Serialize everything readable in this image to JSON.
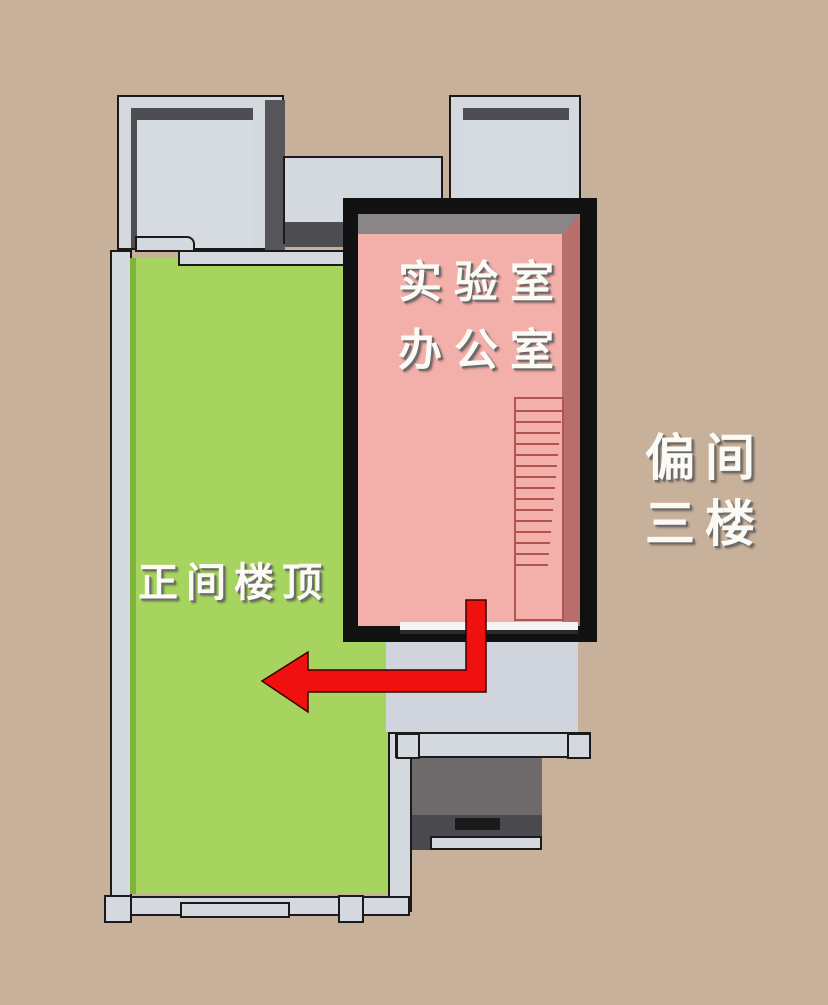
{
  "diagram": {
    "title": "Floor plan - side building third floor and main building roof",
    "colors": {
      "background": "#c8b19a",
      "roof_green": "#a6d45e",
      "room_pink": "#f3b0ab",
      "wall_gray": "#d4d8df",
      "arrow_red": "#f01010",
      "outline": "#111111"
    },
    "labels": {
      "pink_room_line1": "实验室",
      "pink_room_line2": "办公室",
      "green_area": "正间楼顶",
      "side_line1": "偏间",
      "side_line2": "三楼"
    },
    "regions": [
      {
        "name": "main-building-roof",
        "label": "正间楼顶",
        "color": "#a6d45e"
      },
      {
        "name": "lab-office-room",
        "label": "实验室 办公室",
        "color": "#f3b0ab"
      },
      {
        "name": "side-building-third-floor",
        "label": "偏间 三楼"
      }
    ],
    "arrow": {
      "from": "lab-office-room",
      "to": "main-building-roof",
      "direction": "down-then-left"
    }
  }
}
